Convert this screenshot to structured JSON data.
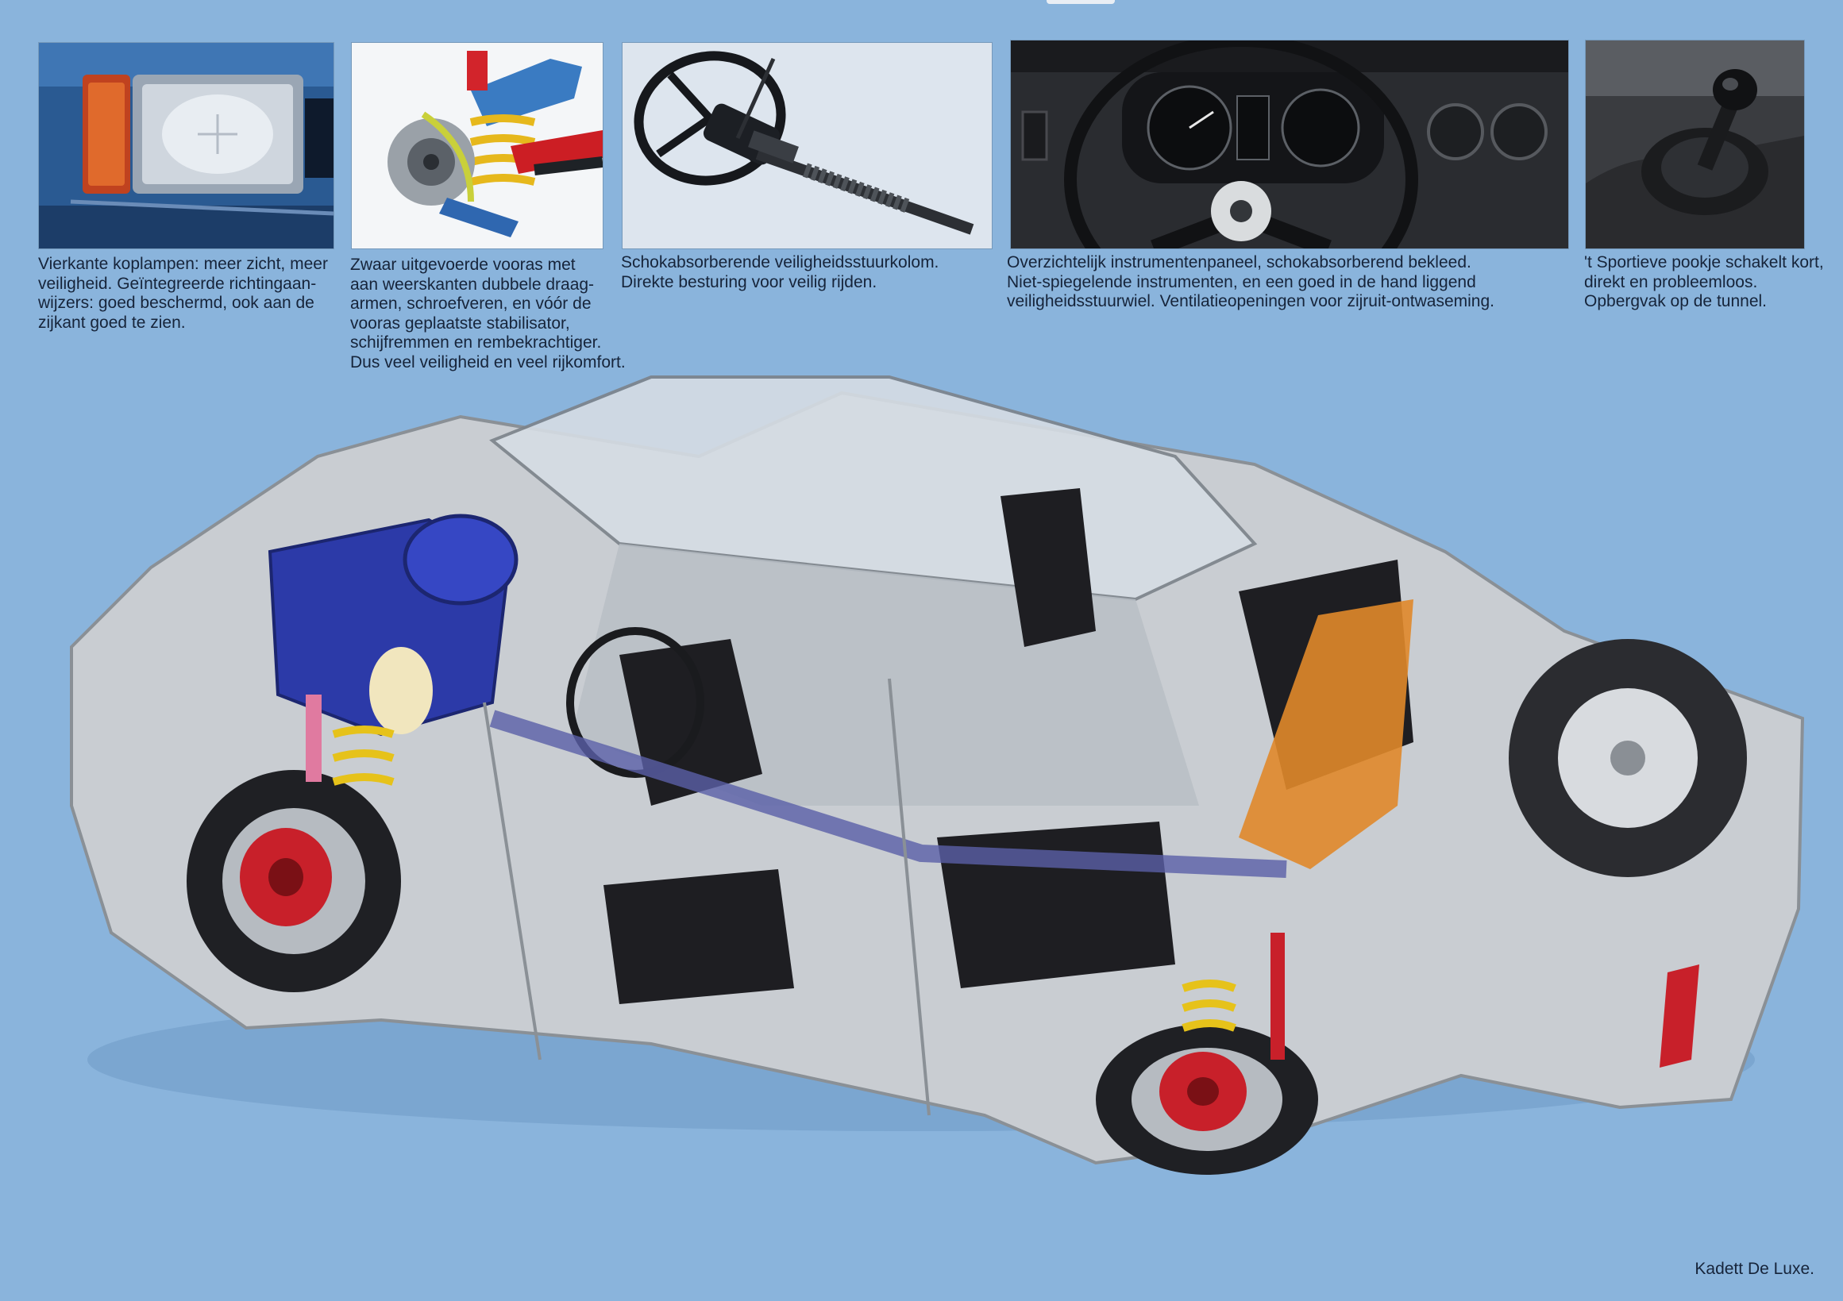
{
  "photos": [
    {
      "subject_icon": "headlamp-icon",
      "caption_lines": [
        "Vierkante koplampen: meer zicht, meer",
        "veiligheid. Geïntegreerde richtingaan-",
        "wijzers: goed beschermd, ook aan de",
        "zijkant goed te zien."
      ]
    },
    {
      "subject_icon": "front-suspension-icon",
      "caption_lines": [
        "Zwaar uitgevoerde vooras met",
        "aan weerskanten dubbele draag-",
        "armen, schroefveren, en vóór de",
        "vooras geplaatste stabilisator,",
        "schijfremmen en rembekrachtiger.",
        "Dus veel veiligheid en veel rijkomfort."
      ]
    },
    {
      "subject_icon": "steering-column-icon",
      "caption_lines": [
        "Schokabsorberende veiligheidsstuurkolom.",
        "Direkte besturing voor veilig rijden."
      ]
    },
    {
      "subject_icon": "dashboard-icon",
      "caption_lines": [
        "Overzichtelijk instrumentenpaneel, schokabsorberend bekleed.",
        "Niet-spiegelende instrumenten, en een goed in de hand liggend",
        "veiligheidsstuurwiel. Ventilatieopeningen voor zijruit-ontwaseming."
      ]
    },
    {
      "subject_icon": "gear-lever-icon",
      "caption_lines": [
        "'t Sportieve pookje schakelt kort,",
        "direkt en probleemloos.",
        "Opbergvak op de tunnel."
      ]
    }
  ],
  "illustration": {
    "subject_icon": "car-cutaway-icon",
    "caption": "Kadett De Luxe."
  },
  "colors": {
    "background": "#8ab4dc",
    "caption_text": "#16243a",
    "car_body": "#c9cdd2",
    "engine_blue": "#2c3aa8",
    "brake_red": "#c8202a",
    "spring_yellow": "#e6c21a",
    "fuel_tank_orange": "#e0882a",
    "upholstery": "#1e1e22"
  }
}
